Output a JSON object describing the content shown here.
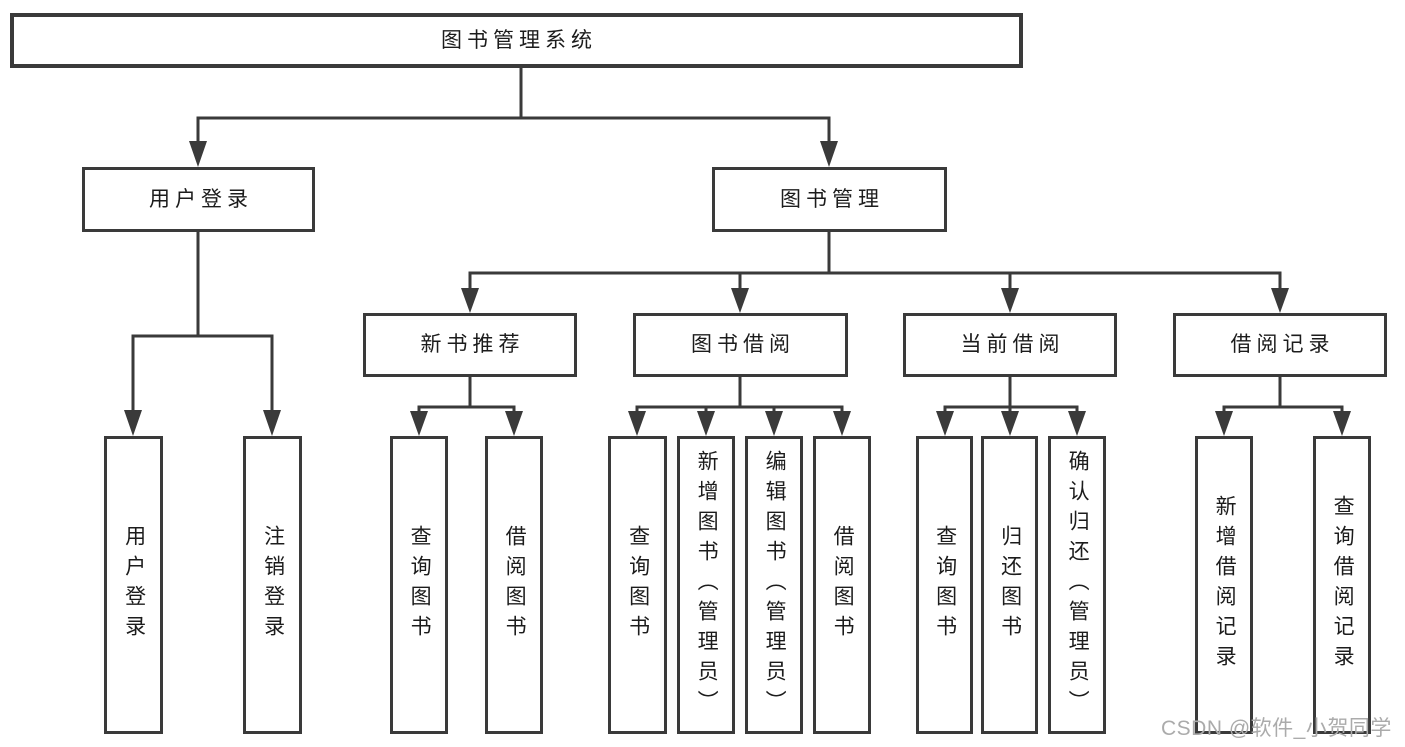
{
  "diagram_title": "图书管理系统",
  "colors": {
    "line": "#3a3a3a",
    "box_border": "#3a3a3a",
    "text": "#1c1c1c",
    "background": "#ffffff",
    "watermark": "#ababab"
  },
  "tree": {
    "root": "图书管理系统",
    "level2": [
      {
        "label": "用户登录",
        "leaves": [
          "用户登录",
          "注销登录"
        ]
      },
      {
        "label": "图书管理",
        "level3": [
          {
            "label": "新书推荐",
            "leaves": [
              "查询图书",
              "借阅图书"
            ]
          },
          {
            "label": "图书借阅",
            "leaves": [
              "查询图书",
              "新增图书（管理员）",
              "编辑图书（管理员）",
              "借阅图书"
            ]
          },
          {
            "label": "当前借阅",
            "leaves": [
              "查询图书",
              "归还图书",
              "确认归还（管理员）"
            ]
          },
          {
            "label": "借阅记录",
            "leaves": [
              "新增借阅记录",
              "查询借阅记录"
            ]
          }
        ]
      }
    ]
  },
  "watermark": {
    "text": "CSDN @软件_小贺同学"
  }
}
